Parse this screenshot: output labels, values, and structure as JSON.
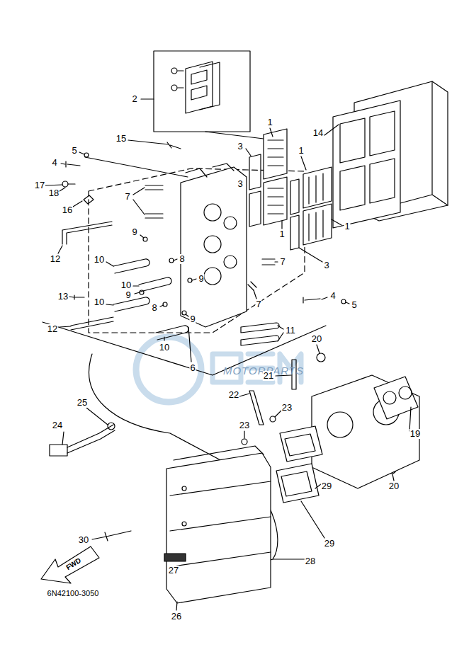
{
  "diagram": {
    "labels": [
      "1",
      "2",
      "15",
      "14",
      "3",
      "5",
      "1",
      "4",
      "3",
      "17",
      "18",
      "7",
      "16",
      "1",
      "9",
      "1",
      "12",
      "10",
      "8",
      "7",
      "3",
      "9",
      "10",
      "9",
      "4",
      "13",
      "10",
      "7",
      "5",
      "8",
      "9",
      "12",
      "11",
      "20",
      "10",
      "6",
      "MOTORPARTS",
      "21",
      "22",
      "25",
      "23",
      "23",
      "24",
      "19",
      "20",
      "29",
      "30",
      "29",
      "28",
      "FWD",
      "27",
      "6N42100-3050",
      "26"
    ]
  }
}
